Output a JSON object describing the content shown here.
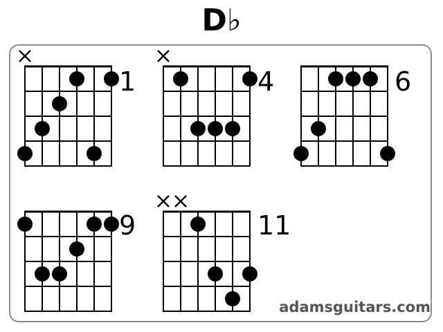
{
  "title": "D♭",
  "watermark": "adamsguitars.com",
  "colors": {
    "ink": "#000000",
    "frame": "#8c8c8c",
    "watermark": "#555555"
  },
  "chords": [
    {
      "fret_label": "1",
      "muted": [
        1
      ],
      "dots": [
        [
          1,
          4
        ],
        [
          2,
          3
        ],
        [
          3,
          2
        ],
        [
          4,
          1
        ],
        [
          4,
          5
        ],
        [
          1,
          6
        ]
      ]
    },
    {
      "fret_label": "4",
      "muted": [
        1
      ],
      "dots": [
        [
          1,
          2
        ],
        [
          1,
          6
        ],
        [
          3,
          3
        ],
        [
          3,
          4
        ],
        [
          3,
          5
        ]
      ]
    },
    {
      "fret_label": "6",
      "muted": [],
      "dots": [
        [
          1,
          3
        ],
        [
          1,
          4
        ],
        [
          1,
          5
        ],
        [
          3,
          2
        ],
        [
          4,
          1
        ],
        [
          4,
          6
        ]
      ]
    },
    {
      "fret_label": "9",
      "muted": [],
      "dots": [
        [
          1,
          1
        ],
        [
          1,
          5
        ],
        [
          1,
          6
        ],
        [
          2,
          4
        ],
        [
          3,
          2
        ],
        [
          3,
          3
        ]
      ]
    },
    {
      "fret_label": "11",
      "muted": [
        1,
        2
      ],
      "dots": [
        [
          1,
          3
        ],
        [
          3,
          4
        ],
        [
          3,
          6
        ],
        [
          4,
          5
        ]
      ]
    }
  ]
}
